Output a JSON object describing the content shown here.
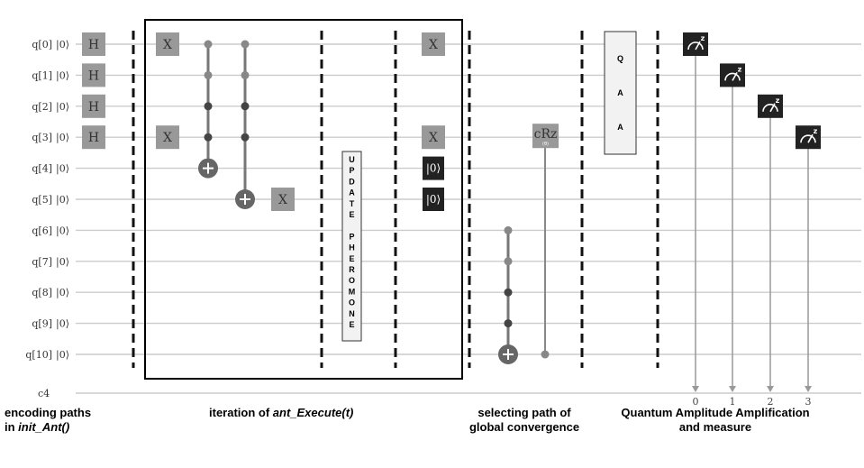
{
  "qubits": [
    {
      "name": "q[0]",
      "ket": "|0⟩"
    },
    {
      "name": "q[1]",
      "ket": "|0⟩"
    },
    {
      "name": "q[2]",
      "ket": "|0⟩"
    },
    {
      "name": "q[3]",
      "ket": "|0⟩"
    },
    {
      "name": "q[4]",
      "ket": "|0⟩"
    },
    {
      "name": "q[5]",
      "ket": "|0⟩"
    },
    {
      "name": "q[6]",
      "ket": "|0⟩"
    },
    {
      "name": "q[7]",
      "ket": "|0⟩"
    },
    {
      "name": "q[8]",
      "ket": "|0⟩"
    },
    {
      "name": "q[9]",
      "ket": "|0⟩"
    },
    {
      "name": "q[10]",
      "ket": "|0⟩"
    }
  ],
  "classical_register": "c4",
  "gates": {
    "h": "H",
    "x": "X",
    "crz": "cRz",
    "crz_param": "(θ)",
    "reset": "|0⟩",
    "update_pheromone": "UPDATE PHEROMONE",
    "qaa": "QAA",
    "measure": "z"
  },
  "measure_bits": [
    "0",
    "1",
    "2",
    "3"
  ],
  "captions": {
    "encoding": {
      "line1": "encoding paths",
      "line2_prefix": "in ",
      "line2_italic": "init_Ant()"
    },
    "iteration": {
      "prefix": "iteration of ",
      "italic": "ant_Execute(t)"
    },
    "selecting": {
      "line1": "selecting path of",
      "line2": "global convergence"
    },
    "qaa": {
      "line1": "Quantum Amplitude Amplification",
      "line2": "and measure"
    }
  },
  "colors": {
    "wire": "#cccccc",
    "gate": "#999999",
    "dark_gate": "#222222",
    "control": "#666666",
    "control_dark": "#444444"
  }
}
